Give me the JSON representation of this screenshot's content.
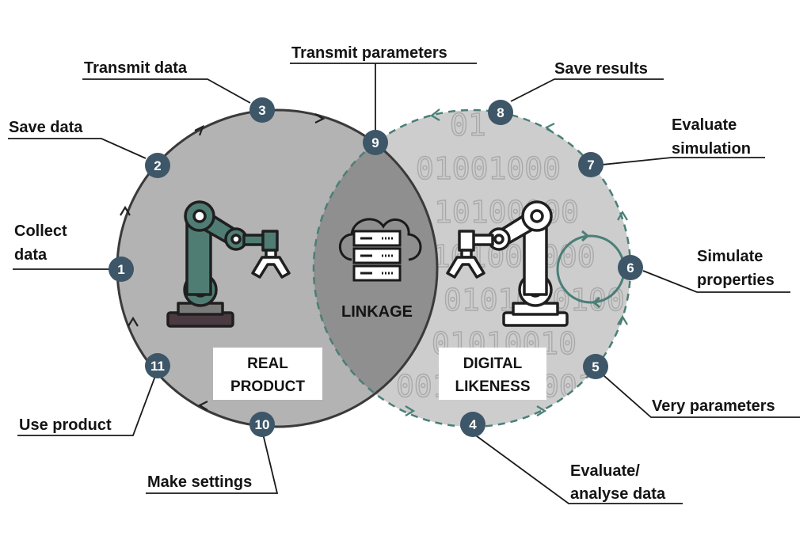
{
  "diagram": {
    "real_product": {
      "line1": "REAL",
      "line2": "PRODUCT"
    },
    "digital_likeness": {
      "line1": "DIGITAL",
      "line2": "LIKENESS"
    },
    "linkage": "LINKAGE",
    "binary_rows": [
      "01",
      "01001000",
      "10100000",
      "00101001000",
      "0101010100",
      "01010010",
      "00110000001"
    ],
    "steps": [
      {
        "n": "1",
        "lines": [
          "Collect",
          "data"
        ]
      },
      {
        "n": "2",
        "lines": [
          "Save data"
        ]
      },
      {
        "n": "3",
        "lines": [
          "Transmit data"
        ]
      },
      {
        "n": "4",
        "lines": [
          "Evaluate/",
          "analyse data"
        ]
      },
      {
        "n": "5",
        "lines": [
          "Very parameters"
        ]
      },
      {
        "n": "6",
        "lines": [
          "Simulate",
          "properties"
        ]
      },
      {
        "n": "7",
        "lines": [
          "Evaluate",
          "simulation"
        ]
      },
      {
        "n": "8",
        "lines": [
          "Save results"
        ]
      },
      {
        "n": "9",
        "lines": [
          "Transmit parameters"
        ]
      },
      {
        "n": "10",
        "lines": [
          "Make settings"
        ]
      },
      {
        "n": "11",
        "lines": [
          "Use product"
        ]
      }
    ],
    "colors": {
      "node": "#3d5668",
      "real_circle": "#b3b3b3",
      "digital_circle": "#cdcdcd",
      "overlap": "#8f8f8f",
      "teal": "#4a7f77",
      "robot_dark": "#2b2b2b",
      "robot_teal": "#4f7d74"
    }
  }
}
